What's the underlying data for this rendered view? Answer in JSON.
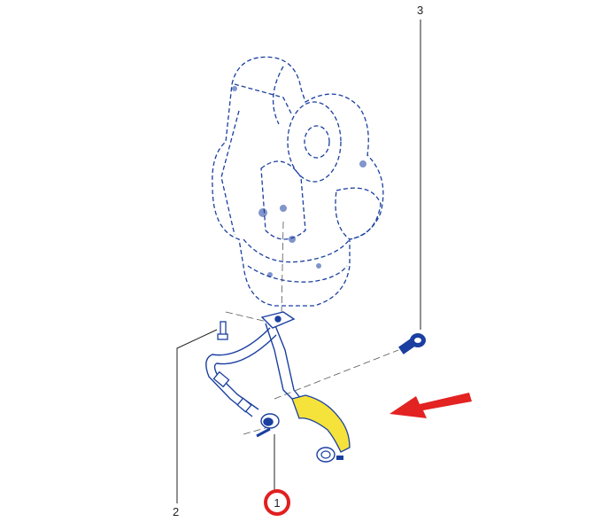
{
  "diagram": {
    "type": "exploded-parts-diagram",
    "subject": "turbocharger oil return pipe assembly",
    "callouts": [
      {
        "id": "1",
        "label": "1",
        "highlighted": true,
        "target": "oil pipe clamp / fitting"
      },
      {
        "id": "2",
        "label": "2",
        "highlighted": false,
        "target": "bolt (upper left)"
      },
      {
        "id": "3",
        "label": "3",
        "highlighted": false,
        "target": "bolt (right)"
      }
    ],
    "colors": {
      "line": "#1a3fa0",
      "highlight_part": "#f5e23a",
      "arrow": "#e32222",
      "callout_ring": "#e02020",
      "leader": "#222222"
    }
  }
}
